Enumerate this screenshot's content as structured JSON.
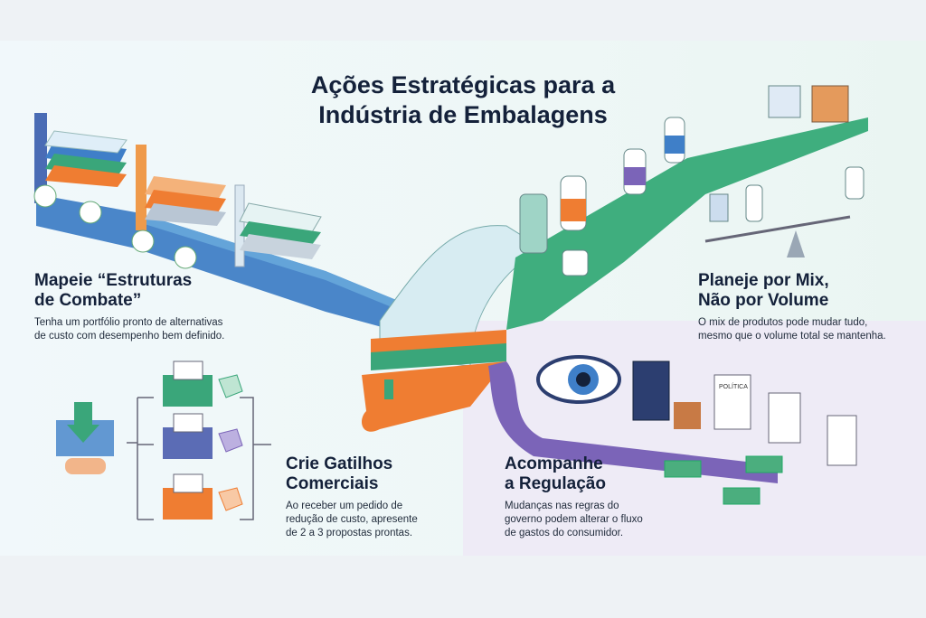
{
  "title_line1": "Ações Estratégicas para a",
  "title_line2": "Indústria de Embalagens",
  "sections": [
    {
      "heading_line1": "Mapeie “Estruturas",
      "heading_line2": "de Combate”",
      "text_line1": "Tenha um portfólio pronto de alternativas",
      "text_line2": "de custo com desempenho bem definido."
    },
    {
      "heading_line1": "Planeje por Mix,",
      "heading_line2": "Não por Volume",
      "text_line1": "O mix de produtos pode mudar tudo,",
      "text_line2": "mesmo que o volume total se mantenha."
    },
    {
      "heading_line1": "Crie Gatilhos",
      "heading_line2": "Comerciais",
      "text_line1": "Ao receber um pedido de",
      "text_line2": "redução de custo, apresente",
      "text_line3": "de 2 a 3 propostas prontas."
    },
    {
      "heading_line1": "Acompanhe",
      "heading_line2": "a Regulação",
      "text_line1": "Mudanças nas regras do",
      "text_line2": "governo podem alterar o fluxo",
      "text_line3": "de gastos do consumidor."
    }
  ],
  "document_label": "POLÍTICA",
  "colors": {
    "blue": "#3f7fc8",
    "green": "#3aa67a",
    "orange": "#ef7d32",
    "purple": "#7b64b8",
    "navy": "#14213a"
  }
}
